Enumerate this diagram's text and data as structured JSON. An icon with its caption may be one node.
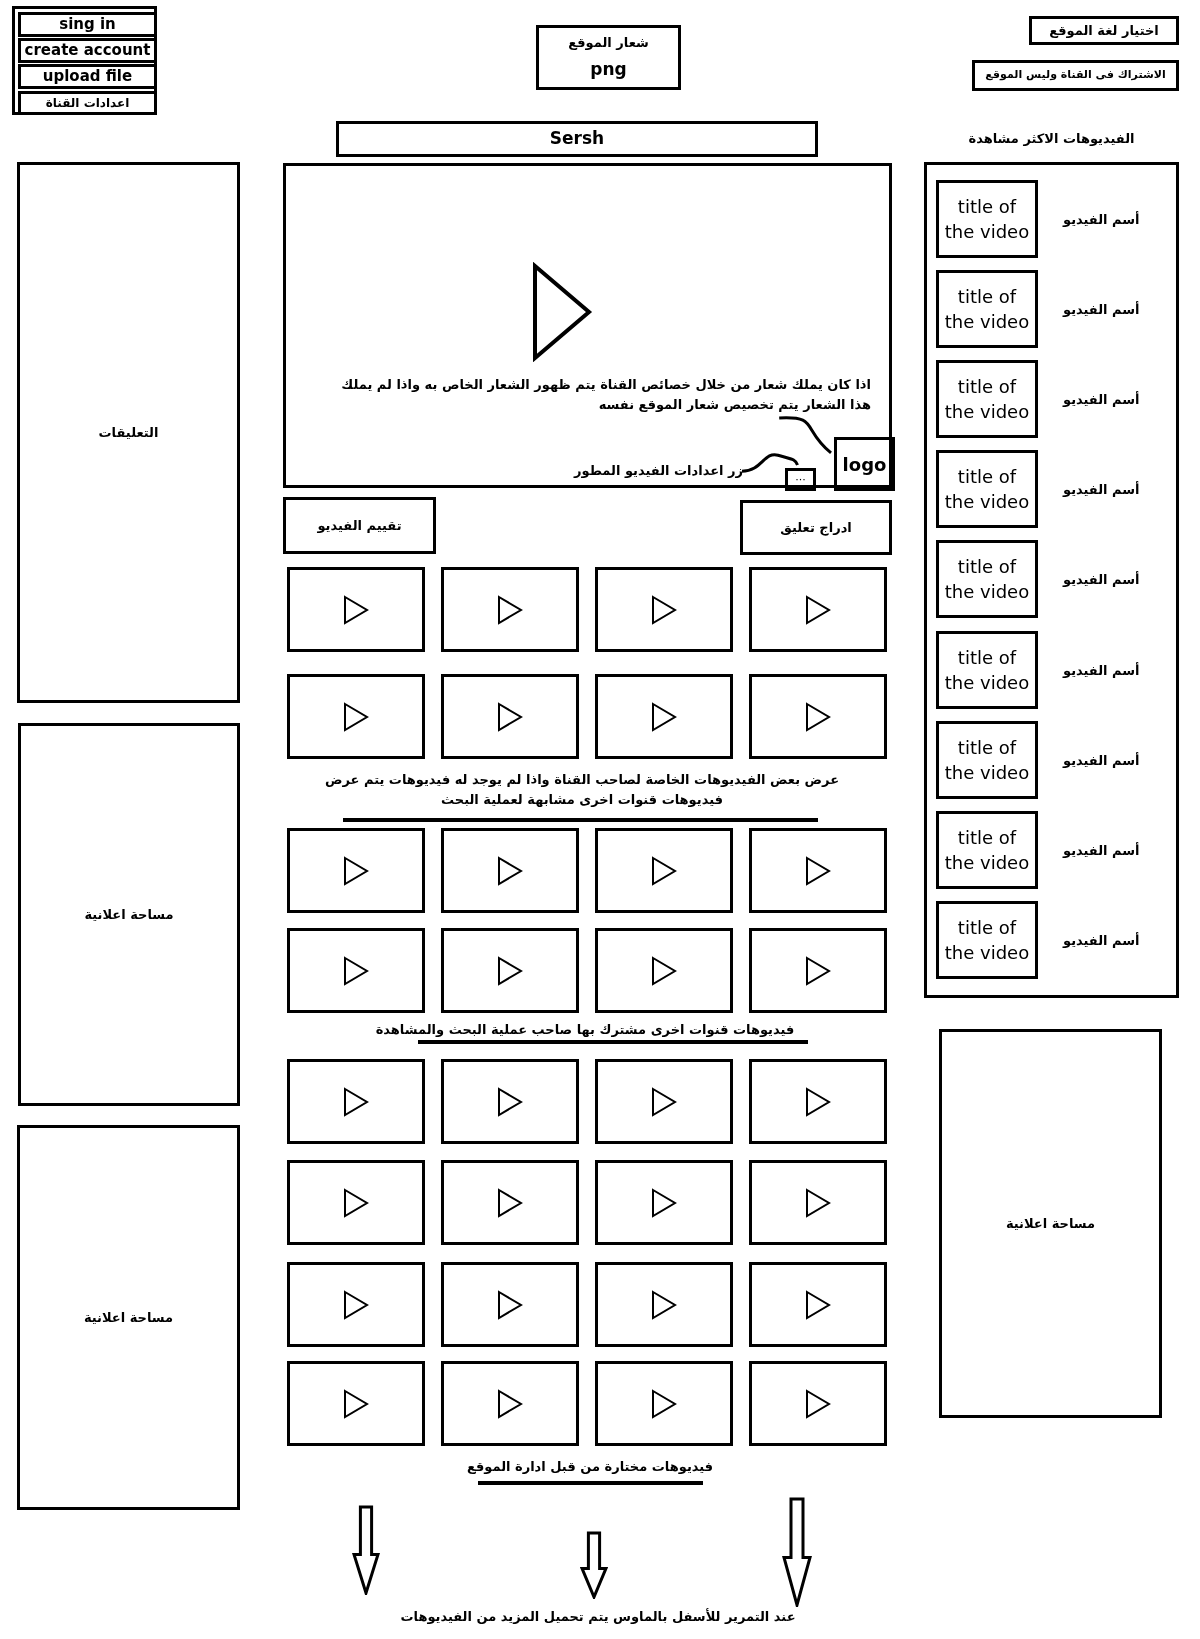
{
  "diagram": {
    "nodes": [
      {
        "text": [],
        "shape": "box"
      },
      {
        "text": [
          "sing in"
        ],
        "in": 0
      },
      {
        "text": [
          "create account"
        ],
        "in": 0
      },
      {
        "text": [
          "upload file"
        ],
        "in": 0
      },
      {
        "text": [
          "اعدادات القناة"
        ],
        "in": 0
      },
      {
        "text": [
          "شعار الموقع",
          "png"
        ]
      },
      {
        "text": [
          "اختيار لغة الموقع"
        ]
      },
      {
        "text": [
          "الاشتراك فى القناة وليس الموقع"
        ]
      },
      {
        "text": [
          "Sersh"
        ]
      },
      {
        "text": [
          "الفيديوهات الاكثر مشاهدة"
        ]
      },
      {
        "text": [
          "title of the video"
        ],
        "in": 9,
        "beside": [
          "أسم الفيديو"
        ]
      },
      {
        "text": [
          "title of the video"
        ],
        "in": 9,
        "beside": [
          "أسم الفيديو"
        ]
      },
      {
        "text": [
          "title of the video"
        ],
        "in": 9,
        "beside": [
          "أسم الفيديو"
        ]
      },
      {
        "text": [
          "title of the video"
        ],
        "in": 9,
        "beside": [
          "أسم الفيديو"
        ]
      },
      {
        "text": [
          "title of the video"
        ],
        "in": 9,
        "beside": [
          "أسم الفيديو"
        ]
      },
      {
        "text": [
          "title of the video"
        ],
        "in": 9,
        "beside": [
          "أسم الفيديو"
        ]
      },
      {
        "text": [
          "title of the video"
        ],
        "in": 9,
        "beside": [
          "أسم الفيديو"
        ]
      },
      {
        "text": [
          "title of the video"
        ],
        "in": 9,
        "beside": [
          "أسم الفيديو"
        ]
      },
      {
        "text": [
          "title of the video"
        ],
        "in": 9,
        "beside": [
          "أسم الفيديو"
        ]
      },
      {
        "text": [
          "التعليقات"
        ]
      },
      {
        "text": [],
        "shape": "box"
      },
      {
        "text": [
          "اذا كان يملك شعار من خلال خصائص القناة يتم ظهور الشعار الخاص به واذا لم يملك هذا الشعار يتم تخصيص شعار الموقع نفسه"
        ],
        "in": 20
      },
      {
        "text": [
          "logo"
        ],
        "in": 20
      },
      {
        "text": [
          "زر اعدادات الفيديو المطور"
        ],
        "in": 20
      },
      {
        "text": [
          "···"
        ],
        "in": 20
      },
      {
        "text": [
          "تقييم الفيديو"
        ]
      },
      {
        "text": [
          "ادراج تعليق"
        ]
      },
      {
        "text": [],
        "shape": "box"
      },
      {
        "text": [],
        "shape": "box"
      },
      {
        "text": [],
        "shape": "box"
      },
      {
        "text": [],
        "shape": "box"
      },
      {
        "text": [],
        "shape": "box"
      },
      {
        "text": [],
        "shape": "box"
      },
      {
        "text": [],
        "shape": "box"
      },
      {
        "text": [],
        "shape": "box"
      },
      {
        "text": [],
        "shape": "box"
      },
      {
        "text": [],
        "shape": "box"
      },
      {
        "text": [],
        "shape": "box"
      },
      {
        "text": [],
        "shape": "box"
      },
      {
        "text": [],
        "shape": "box"
      },
      {
        "text": [],
        "shape": "box"
      },
      {
        "text": [],
        "shape": "box"
      },
      {
        "text": [],
        "shape": "box"
      },
      {
        "text": [],
        "shape": "box"
      },
      {
        "text": [],
        "shape": "box"
      },
      {
        "text": [],
        "shape": "box"
      },
      {
        "text": [],
        "shape": "box"
      },
      {
        "text": [],
        "shape": "box"
      },
      {
        "text": [],
        "shape": "box"
      },
      {
        "text": [],
        "shape": "box"
      },
      {
        "text": [],
        "shape": "box"
      },
      {
        "text": [],
        "shape": "box"
      },
      {
        "text": [],
        "shape": "box"
      },
      {
        "text": [],
        "shape": "box"
      },
      {
        "text": [],
        "shape": "box"
      },
      {
        "text": [],
        "shape": "box"
      },
      {
        "text": [],
        "shape": "box"
      },
      {
        "text": [],
        "shape": "box"
      },
      {
        "text": [],
        "shape": "box"
      },
      {
        "text": [
          "مساحة اعلانية"
        ]
      },
      {
        "text": [
          "مساحة اعلانية"
        ]
      },
      {
        "text": [
          "مساحة اعلانية"
        ]
      }
    ],
    "edges": [
      {
        "from": 21,
        "to": 22,
        "arrow": "none"
      },
      {
        "from": 23,
        "to": 24,
        "arrow": "none"
      }
    ],
    "labels": [
      "عرض بعض الفيديوهات الخاصة لصاحب القناة واذا لم يوجد له فيديوهات يتم عرض فيديوهات قنوات اخرى مشابهة لعملية البحث",
      "فيديوهات قنوات اخرى مشترك بها صاحب عملية البحث والمشاهدة",
      "فيديوهات مختارة من قبل ادارة الموقع",
      "عند التمرير للأسفل بالماوس يتم تحميل المزيد من الفيديوهات"
    ]
  }
}
